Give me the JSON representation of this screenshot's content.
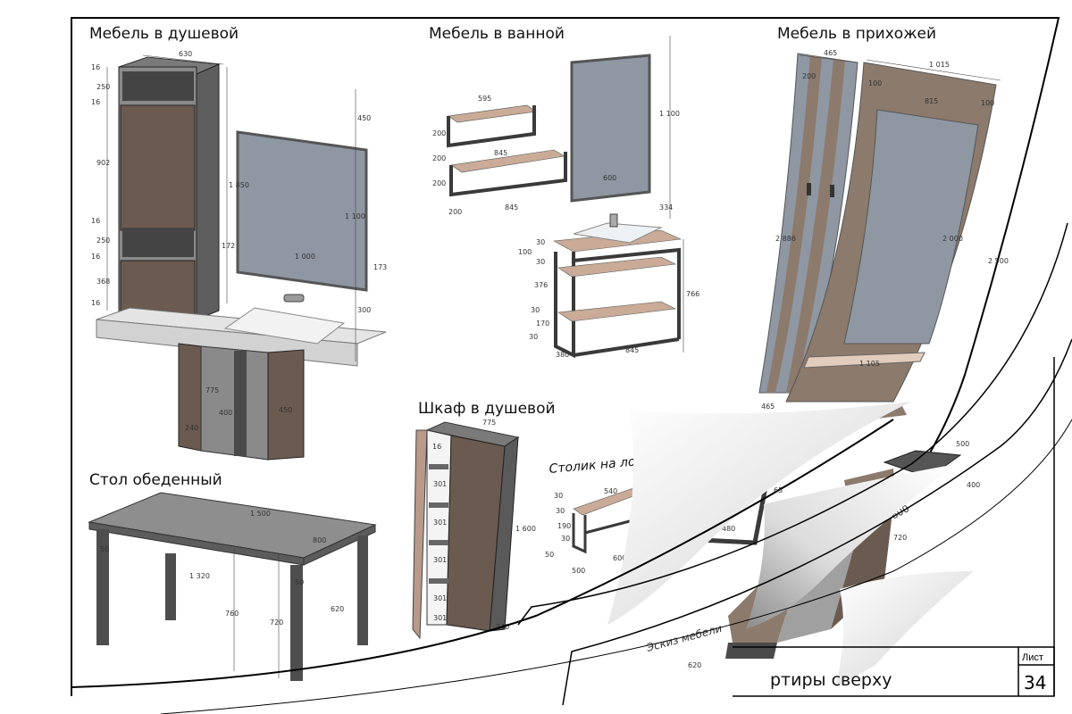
{
  "sections": {
    "shower_furniture": {
      "title": "Мебель в душевой",
      "dims": [
        "630",
        "16",
        "250",
        "16",
        "902",
        "16",
        "250",
        "16",
        "368",
        "16",
        "1 850",
        "450",
        "1 100",
        "172",
        "1 000",
        "173",
        "300",
        "450",
        "400",
        "775",
        "240"
      ]
    },
    "bathroom_furniture": {
      "title": "Мебель в ванной",
      "dims": [
        "595",
        "200",
        "200",
        "200",
        "845",
        "845",
        "200",
        "1 100",
        "600",
        "334",
        "100",
        "30",
        "30",
        "376",
        "30",
        "170",
        "30",
        "766",
        "845",
        "380"
      ]
    },
    "hallway_furniture": {
      "title": "Мебель в прихожей",
      "dims": [
        "465",
        "1 015",
        "100",
        "200",
        "815",
        "100",
        "2 886",
        "2 500",
        "2 000",
        "1 105",
        "465"
      ]
    },
    "dining_table": {
      "title": "Стол обеденный",
      "dims": [
        "1 500",
        "800",
        "1 320",
        "760",
        "720",
        "620",
        "50",
        "50"
      ]
    },
    "shower_wardrobe": {
      "title": "Шкаф в душевой",
      "dims": [
        "775",
        "301",
        "301",
        "301",
        "301",
        "301",
        "1 600",
        "16",
        "240"
      ]
    },
    "balcony_table": {
      "title": "Столик на лоджии",
      "dims": [
        "30",
        "540",
        "30",
        "190",
        "50",
        "30",
        "500",
        "600",
        "480",
        "65"
      ]
    },
    "sketch": {
      "title": "Эскиз мебели",
      "dims": [
        "500",
        "600",
        "400",
        "720",
        "620"
      ]
    }
  },
  "title_block": {
    "caption": "ртиры сверху",
    "sheet_label": "Лист",
    "sheet_number": "34"
  },
  "colors": {
    "frame": "#000000",
    "cabinet_grey": "#7a7a7a",
    "door_brown": "#6b5a50",
    "wood": "#c9ab98",
    "mirror": "#8f97a3",
    "steel": "#3a3a3a"
  }
}
